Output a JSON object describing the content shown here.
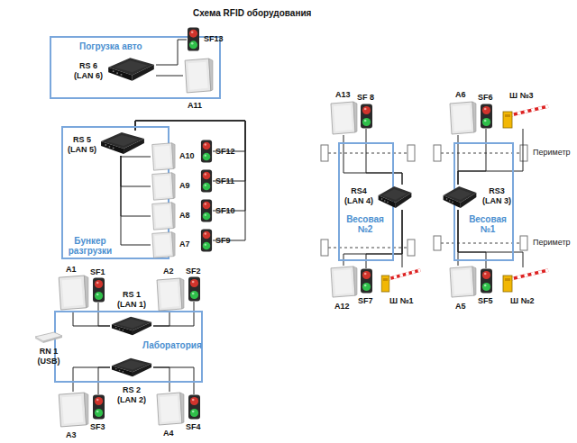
{
  "diagram": {
    "title": "Схема RFID оборудования",
    "nodes": [
      {
        "text": [
          "Погрузка авто"
        ]
      },
      {
        "text": [
          "RS 6 (LAN 6)"
        ],
        "in": 0
      },
      {
        "text": [
          "A11"
        ],
        "in": 0
      },
      {
        "text": [
          "SF13"
        ]
      },
      {
        "text": [
          "Бункер разгрузки"
        ]
      },
      {
        "text": [
          "RS 5 (LAN 5)"
        ],
        "in": 4
      },
      {
        "text": [
          "A10"
        ],
        "in": 4
      },
      {
        "text": [
          "A9"
        ],
        "in": 4
      },
      {
        "text": [
          "A8"
        ],
        "in": 4
      },
      {
        "text": [
          "A7"
        ],
        "in": 4
      },
      {
        "text": [
          "SF12"
        ]
      },
      {
        "text": [
          "SF11"
        ]
      },
      {
        "text": [
          "SF10"
        ]
      },
      {
        "text": [
          "SF9"
        ]
      },
      {
        "text": [
          "Лаборатория"
        ]
      },
      {
        "text": [
          "RS 1 (LAN 1)"
        ],
        "in": 14
      },
      {
        "text": [
          "RS 2 (LAN 2)"
        ],
        "in": 14
      },
      {
        "text": [
          "RN 1 (USB)"
        ]
      },
      {
        "text": [
          "A1"
        ]
      },
      {
        "text": [
          "SF1"
        ]
      },
      {
        "text": [
          "A2"
        ]
      },
      {
        "text": [
          "SF2"
        ]
      },
      {
        "text": [
          "A3"
        ]
      },
      {
        "text": [
          "SF3"
        ]
      },
      {
        "text": [
          "A4"
        ]
      },
      {
        "text": [
          "SF4"
        ]
      },
      {
        "text": [
          "Весовая №2"
        ]
      },
      {
        "text": [
          "RS4 (LAN 4)"
        ],
        "in": 26
      },
      {
        "text": [
          "A13"
        ]
      },
      {
        "text": [
          "SF 8"
        ]
      },
      {
        "text": [
          "A12"
        ]
      },
      {
        "text": [
          "SF7"
        ]
      },
      {
        "text": [
          "Ш №1"
        ]
      },
      {
        "text": [
          "Весовая №1"
        ]
      },
      {
        "text": [
          "RS3 (LAN 3)"
        ],
        "in": 33
      },
      {
        "text": [
          "A6"
        ]
      },
      {
        "text": [
          "SF6"
        ]
      },
      {
        "text": [
          "Ш №3"
        ]
      },
      {
        "text": [
          "A5"
        ]
      },
      {
        "text": [
          "SF5"
        ]
      },
      {
        "text": [
          "Ш №2"
        ]
      }
    ],
    "edges": [
      {
        "from": 1,
        "to": 3,
        "arrow": "none"
      },
      {
        "from": 1,
        "to": 2,
        "arrow": "none"
      },
      {
        "from": 5,
        "to": 6,
        "arrow": "none"
      },
      {
        "from": 5,
        "to": 7,
        "arrow": "none"
      },
      {
        "from": 5,
        "to": 8,
        "arrow": "none"
      },
      {
        "from": 5,
        "to": 9,
        "arrow": "none"
      },
      {
        "from": 5,
        "to": 10,
        "arrow": "none"
      },
      {
        "from": 5,
        "to": 11,
        "arrow": "none"
      },
      {
        "from": 5,
        "to": 12,
        "arrow": "none"
      },
      {
        "from": 5,
        "to": 13,
        "arrow": "none"
      },
      {
        "from": 15,
        "to": 18,
        "arrow": "none"
      },
      {
        "from": 15,
        "to": 19,
        "arrow": "none"
      },
      {
        "from": 15,
        "to": 20,
        "arrow": "none"
      },
      {
        "from": 15,
        "to": 21,
        "arrow": "none"
      },
      {
        "from": 16,
        "to": 22,
        "arrow": "none"
      },
      {
        "from": 16,
        "to": 23,
        "arrow": "none"
      },
      {
        "from": 16,
        "to": 24,
        "arrow": "none"
      },
      {
        "from": 16,
        "to": 25,
        "arrow": "none"
      },
      {
        "from": 27,
        "to": 28,
        "arrow": "none"
      },
      {
        "from": 27,
        "to": 29,
        "arrow": "none"
      },
      {
        "from": 27,
        "to": 30,
        "arrow": "none"
      },
      {
        "from": 27,
        "to": 31,
        "arrow": "none"
      },
      {
        "from": 27,
        "to": 32,
        "arrow": "none"
      },
      {
        "from": 34,
        "to": 35,
        "arrow": "none"
      },
      {
        "from": 34,
        "to": 36,
        "arrow": "none"
      },
      {
        "from": 34,
        "to": 37,
        "arrow": "none"
      },
      {
        "from": 34,
        "to": 38,
        "arrow": "none"
      },
      {
        "from": 34,
        "to": 39,
        "arrow": "none"
      },
      {
        "from": 34,
        "to": 40,
        "arrow": "none"
      }
    ],
    "labels": [
      "Периметр",
      "Периметр"
    ]
  }
}
